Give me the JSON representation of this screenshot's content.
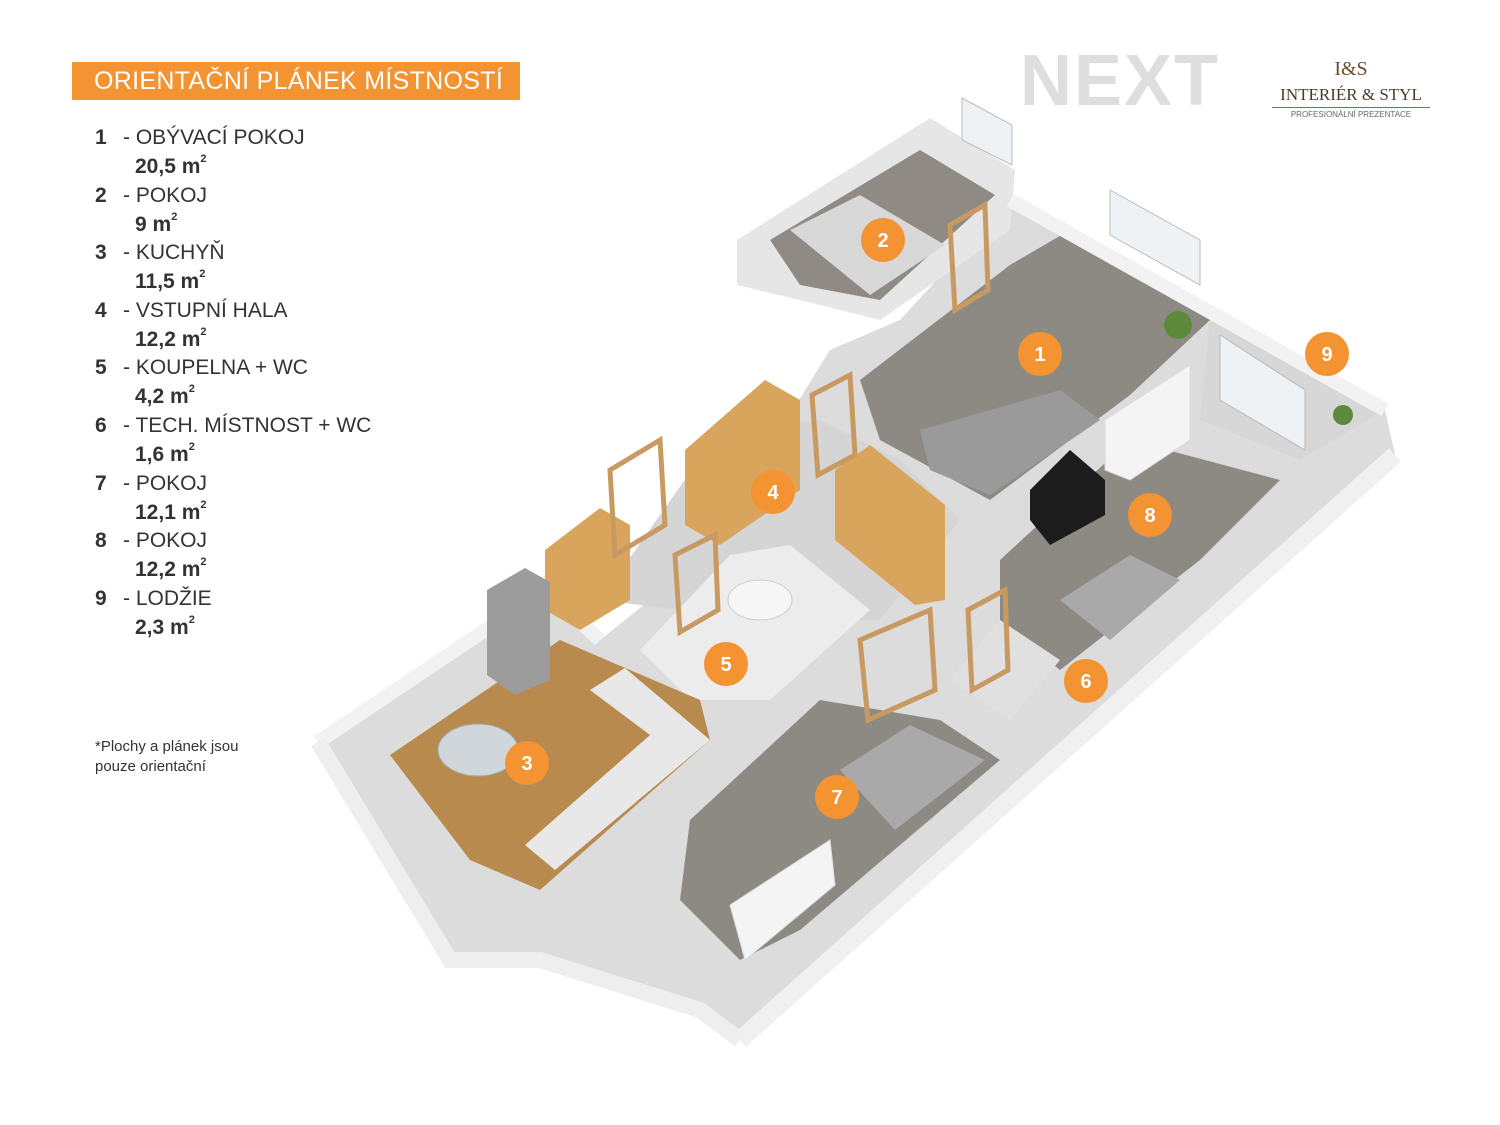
{
  "title": "ORIENTAČNÍ PLÁNEK MÍSTNOSTÍ",
  "logos": {
    "next": "NEXT",
    "brand_monogram": "I&S",
    "brand_name": "INTERIÉR & STYL",
    "brand_tagline": "PROFESIONÁLNÍ PREZENTACE"
  },
  "rooms": [
    {
      "num": "1",
      "name": "- OBÝVACÍ POKOJ",
      "area": "20,5 m",
      "unit_sup": "2"
    },
    {
      "num": "2",
      "name": "- POKOJ",
      "area": "9 m",
      "unit_sup": "2"
    },
    {
      "num": "3",
      "name": "- KUCHYŇ",
      "area": "11,5 m",
      "unit_sup": "2"
    },
    {
      "num": "4",
      "name": "- VSTUPNÍ HALA",
      "area": "12,2 m",
      "unit_sup": "2"
    },
    {
      "num": "5",
      "name": "- KOUPELNA + WC",
      "area": "4,2 m",
      "unit_sup": "2"
    },
    {
      "num": "6",
      "name": "- TECH. MÍSTNOST + WC",
      "area": "1,6 m",
      "unit_sup": "2"
    },
    {
      "num": "7",
      "name": "- POKOJ",
      "area": "12,1 m",
      "unit_sup": "2"
    },
    {
      "num": "8",
      "name": "- POKOJ",
      "area": "12,2 m",
      "unit_sup": "2"
    },
    {
      "num": "9",
      "name": "- LODŽIE",
      "area": "2,3 m",
      "unit_sup": "2"
    }
  ],
  "note": "*Plochy  a plánek jsou pouze orientační",
  "badges": [
    "1",
    "2",
    "3",
    "4",
    "5",
    "6",
    "7",
    "8",
    "9"
  ],
  "colors": {
    "accent": "#f39331",
    "wall": "#e9e9e9",
    "floor_gray": "#8d8a84",
    "floor_wood": "#b98a4e",
    "door": "#c89a62"
  }
}
